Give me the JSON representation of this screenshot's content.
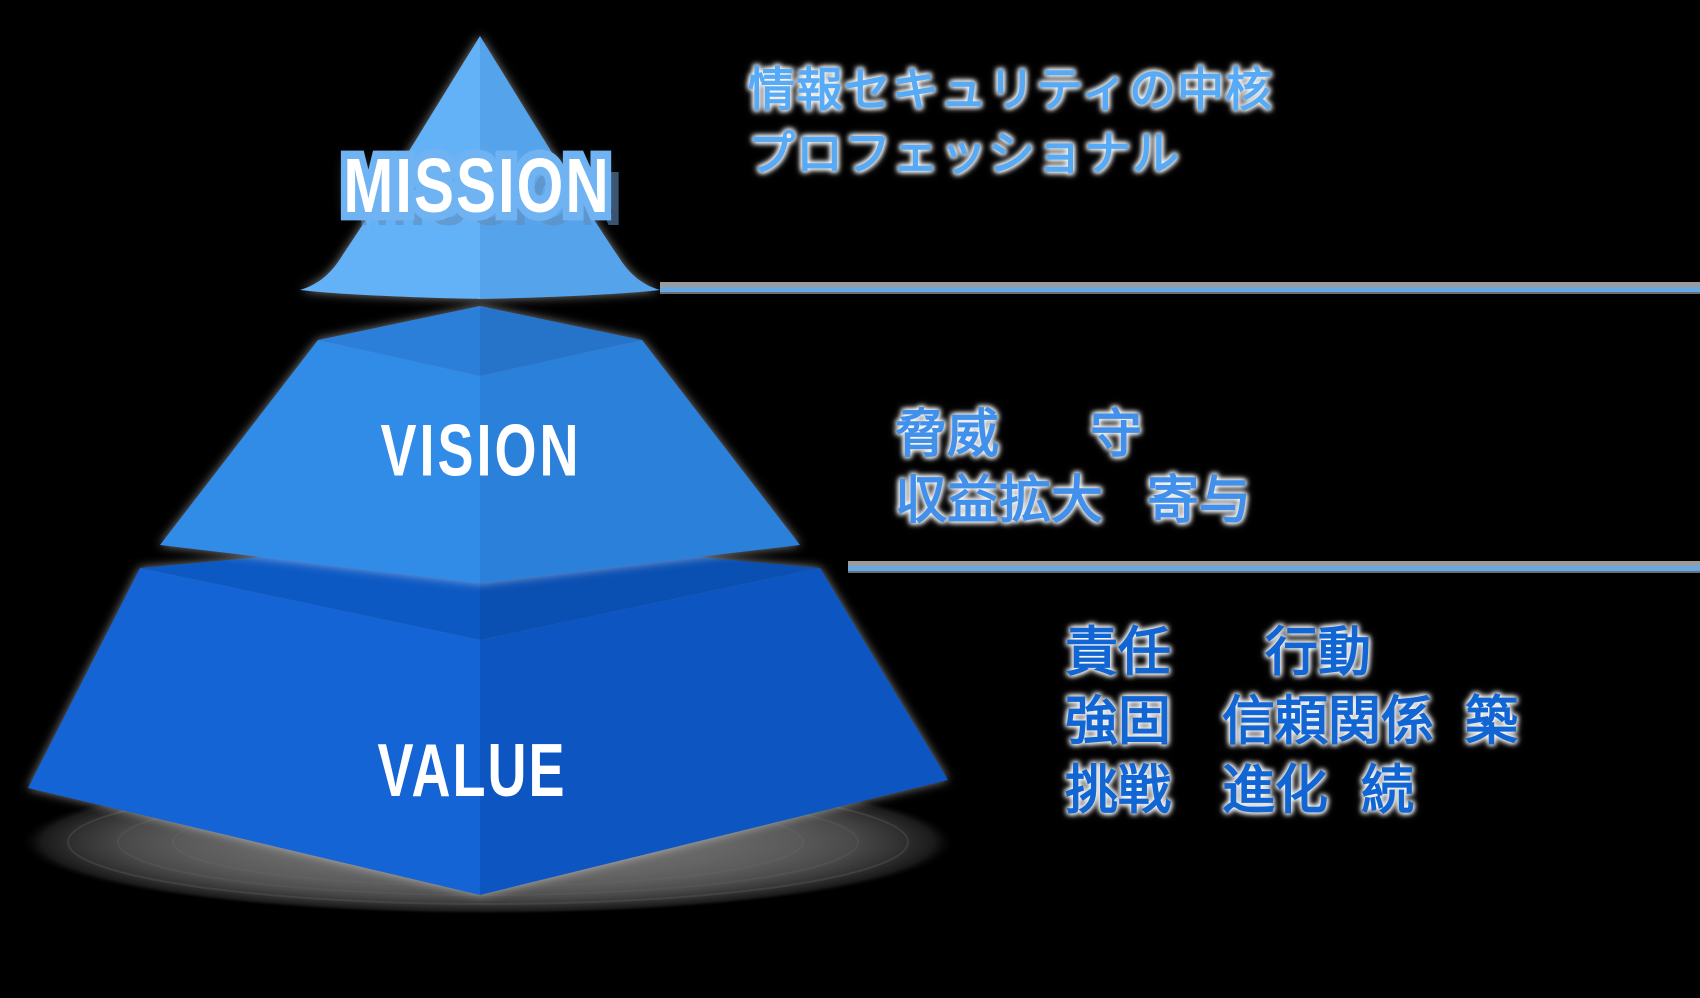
{
  "canvas": {
    "background": "#000000"
  },
  "pyramid": {
    "tier1": {
      "label": "MISSION",
      "left_face": "#63B1F6",
      "right_face": "#55A3EA",
      "label_stroke": "#6FB3F3"
    },
    "tier2": {
      "label": "VISION",
      "front_left": "#318CE8",
      "front_right": "#2B80DA",
      "top_left": "#2C7FD8",
      "top_right": "#2674C9"
    },
    "tier3": {
      "label": "VALUE",
      "front_left": "#1464D6",
      "front_right": "#0D56C2",
      "top_left": "#0D59C4",
      "top_right": "#0A4FB2"
    },
    "ground_shadow_color": "#707070"
  },
  "dividers": {
    "glow_gray": "#9B9B9B",
    "blue": "#64A8E6"
  },
  "notes": {
    "mission": {
      "color": "#57AAF6",
      "line1": "情報セキュリティの中核",
      "line2": "プロフェッショナル"
    },
    "vision": {
      "color": "#4090EC",
      "line1": {
        "w1": "脅威",
        "w2": "守"
      },
      "line2": {
        "w1": "収益拡大",
        "w2": "寄与"
      }
    },
    "value": {
      "color": "#1166D4",
      "line1": {
        "w1": "責任",
        "w2": "行動"
      },
      "line2": {
        "w1": "強固",
        "w2": "信頼関係",
        "w3": "築"
      },
      "line3": {
        "w1": "挑戦",
        "w2": "進化",
        "w3": "続"
      }
    }
  }
}
